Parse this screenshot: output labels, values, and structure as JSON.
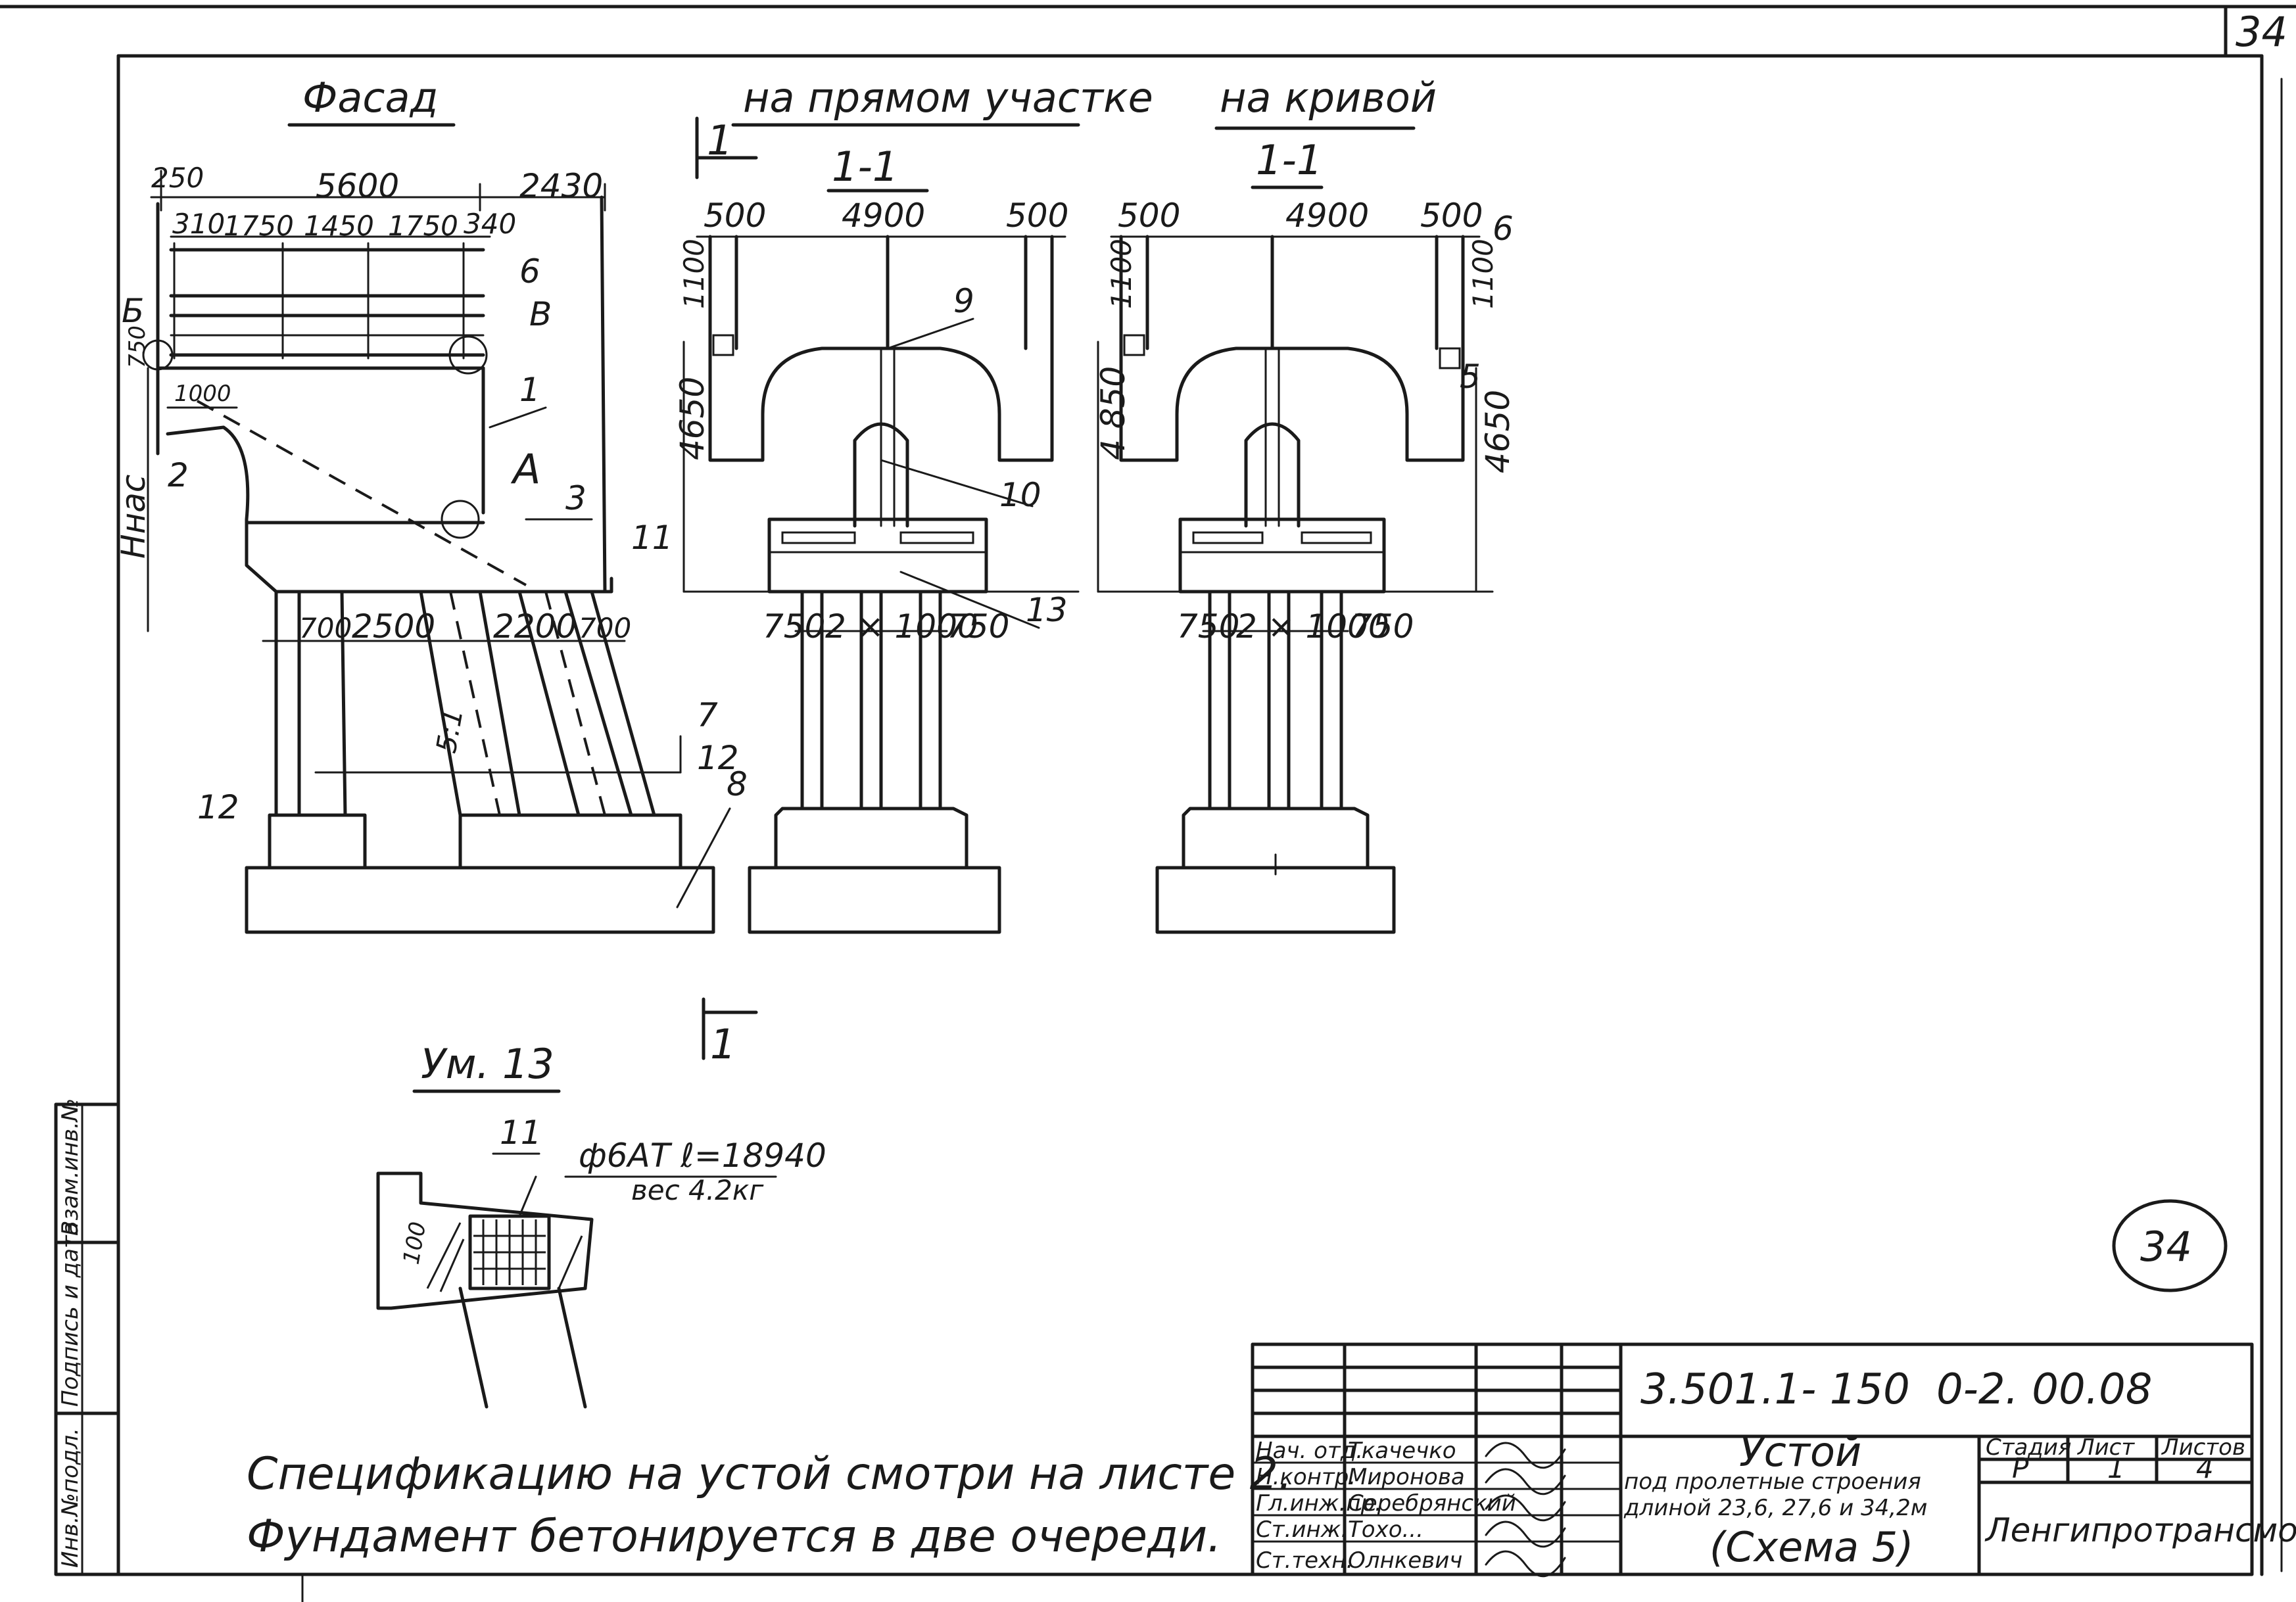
{
  "sheet_corner_number": "34",
  "stamp_circle_number": "34",
  "views": {
    "facade": {
      "title": "Фасад",
      "dims_top": [
        "250",
        "5600",
        "2430"
      ],
      "dims_row2": [
        "310",
        "1750",
        "1450",
        "1750",
        "340"
      ],
      "dims_left": [
        "750",
        "1000"
      ],
      "dims_bottom": [
        "700",
        "2500",
        "2200",
        "700"
      ],
      "h_label": "Hнас",
      "slope_label": "5:1",
      "letters": [
        "Б",
        "В",
        "А"
      ],
      "callouts": [
        "1",
        "2",
        "3",
        "6",
        "7",
        "8",
        "11",
        "12",
        "12"
      ]
    },
    "straight_section": {
      "caption": "на прямом участке",
      "section": "1-1",
      "dims_top": [
        "500",
        "4900",
        "500"
      ],
      "dims_side": [
        "1100",
        "4650"
      ],
      "dims_bottom": [
        "750",
        "2 × 1000",
        "750"
      ],
      "callouts": [
        "9",
        "10",
        "13"
      ]
    },
    "curve_section": {
      "caption": "на кривой",
      "section": "1-1",
      "dims_top": [
        "500",
        "4900",
        "500"
      ],
      "dims_side": [
        "1100",
        "1100",
        "4 850",
        "4650"
      ],
      "dims_bottom": [
        "750",
        "2 × 1000",
        "750"
      ],
      "callouts": [
        "5",
        "6"
      ]
    },
    "section_marks": [
      "1",
      "1"
    ]
  },
  "node": {
    "title": "Ум. 13",
    "callout": "11",
    "rebar": "ф6АТ ℓ=18940",
    "weight": "вес 4.2кг",
    "dim": "100"
  },
  "notes": [
    "Спецификацию на устой смотри на листе 2.",
    "Фундамент бетонируется в две очереди."
  ],
  "side_stamp": [
    "Инв.№подл.",
    "Подпись и дата",
    "Взам.инв.№"
  ],
  "title_block": {
    "code": "3.501.1- 150",
    "sheet_code": "0-2. 00.08",
    "name": "Устой",
    "desc1": "под пролетные строения",
    "desc2": "длиной 23,6, 27,6 и 34,2м",
    "scheme": "(Схема 5)",
    "stage_hdr": "Стадия",
    "sheet_hdr": "Лист",
    "sheets_hdr": "Листов",
    "stage": "Р",
    "sheet": "1",
    "sheets": "4",
    "org": "Ленгипротрансмост",
    "roles": [
      {
        "role": "Нач. отд.",
        "name": "Ткачечко"
      },
      {
        "role": "Н.контр.",
        "name": "Миронова"
      },
      {
        "role": "Гл.инж.пр.",
        "name": "Серебрянский"
      },
      {
        "role": "Ст.инж.",
        "name": "Тохо..."
      },
      {
        "role": "Ст.техн.",
        "name": "Олнкевич"
      }
    ]
  }
}
